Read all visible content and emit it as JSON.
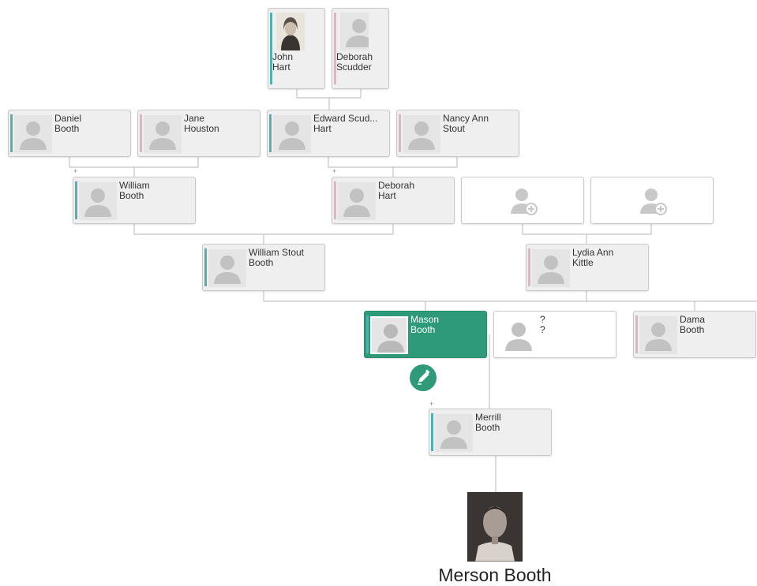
{
  "tree": {
    "people": [
      {
        "id": "john-hart",
        "first": "John",
        "last": "Hart",
        "gender": "male",
        "photo": "portrait"
      },
      {
        "id": "deborah-scudder",
        "first": "Deborah",
        "last": "Scudder",
        "gender": "female"
      },
      {
        "id": "daniel-booth",
        "first": "Daniel",
        "last": "Booth",
        "gender": "male"
      },
      {
        "id": "jane-houston",
        "first": "Jane",
        "last": "Houston",
        "gender": "female"
      },
      {
        "id": "edward-hart",
        "first": "Edward Scud...",
        "last": "Hart",
        "gender": "male"
      },
      {
        "id": "nancy-stout",
        "first": "Nancy Ann",
        "last": "Stout",
        "gender": "female"
      },
      {
        "id": "william-booth",
        "first": "William",
        "last": "Booth",
        "gender": "male"
      },
      {
        "id": "deborah-hart",
        "first": "Deborah",
        "last": "Hart",
        "gender": "female"
      },
      {
        "id": "william-stout-booth",
        "first": "William Stout",
        "last": "Booth",
        "gender": "male"
      },
      {
        "id": "lydia-kittle",
        "first": "Lydia Ann",
        "last": "Kittle",
        "gender": "female"
      },
      {
        "id": "mason-booth",
        "first": "Mason",
        "last": "Booth",
        "gender": "male",
        "selected": true
      },
      {
        "id": "unknown-spouse",
        "first": "?",
        "last": "?",
        "gender": "unknown"
      },
      {
        "id": "dama-booth",
        "first": "Dama",
        "last": "Booth",
        "gender": "female"
      },
      {
        "id": "merrill-booth",
        "first": "Merrill",
        "last": "Booth",
        "gender": "male"
      }
    ],
    "empty_slots": [
      {
        "id": "add-father",
        "icon": "add-person-icon"
      },
      {
        "id": "add-mother",
        "icon": "add-person-icon"
      }
    ],
    "edit_icon": "pencil-icon",
    "expand_marker": "+"
  },
  "caption": {
    "name": "Merson Booth"
  },
  "colors": {
    "selected": "#2f9a79",
    "male_bar": "#4fb1b0",
    "female_bar": "#e4b3be",
    "card_bg": "#efefef",
    "line": "#c4c4c4"
  }
}
